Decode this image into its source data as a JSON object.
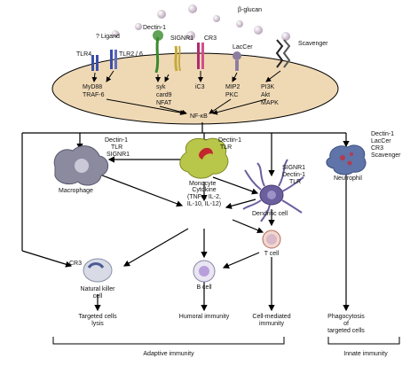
{
  "receptors": {
    "beta_glucan": "β-glucan",
    "ligand": "? Ligand",
    "tlr4": "TLR4",
    "tlr2_6": "TLR2 / 6",
    "dectin1": "Dectin-1",
    "signr1": "SIGNR1",
    "cr3": "CR3",
    "laccer": "LacCer",
    "scavenger": "Scavenger"
  },
  "signaling": {
    "myd88_traf6": [
      "MyD88",
      "TRAF-6"
    ],
    "syk_card9_nfat": [
      "syk",
      "card9",
      "NFAT"
    ],
    "ic3": "iC3",
    "mip2_pkc": [
      "MIP2",
      "PKC"
    ],
    "pi3k_akt_mapk": [
      "PI3K",
      "Akt",
      "MAPK"
    ],
    "nfkb": "NF-κB"
  },
  "cells": {
    "macrophage": {
      "name": "Macrophage",
      "receptors": [
        "Dectin-1",
        "TLR",
        "SIGNR1"
      ]
    },
    "monocyte": {
      "name": "Monocyte",
      "receptors": [
        "Dectin-1",
        "TLR"
      ]
    },
    "dendritic": {
      "name": "Dendritic cell",
      "receptors": [
        "SIGNR1",
        "Dectin-1",
        "TLR"
      ]
    },
    "neutrophil": {
      "name": "Neutrophil",
      "receptors": [
        "Dectin-1",
        "LacCer",
        "CR3",
        "Scavenger"
      ]
    },
    "nk": {
      "name": [
        "Natural killer",
        "cell"
      ],
      "receptor": "CR3"
    },
    "bcell": {
      "name": "B cell"
    },
    "tcell": {
      "name": "T cell"
    }
  },
  "cytokine": [
    "Cytokine",
    "(TNFα, IL-2,",
    "IL-10, IL-12)"
  ],
  "outcomes": {
    "targeted_lysis": [
      "Targeted cells",
      "lysis"
    ],
    "humoral": "Humoral immunity",
    "cell_mediated": [
      "Cell-mediated",
      "immunity"
    ],
    "phagocytosis": [
      "Phagocytosis",
      "of",
      "targeted cells"
    ]
  },
  "footer": {
    "adaptive": "Adaptive immunity",
    "innate": "Innate immunity"
  },
  "colors": {
    "cell_membrane": "#efd9b5",
    "macrophage": "#8c8a9e",
    "monocyte": "#b8c64a",
    "monocyte_nucleus": "#c3262d",
    "dendritic": "#6b5f9e",
    "neutrophil": "#5f74a8",
    "receptor_dectin": "#3a8a2e",
    "receptor_cr3": "#b02b6b",
    "receptor_tlr": "#3b4ea8"
  }
}
